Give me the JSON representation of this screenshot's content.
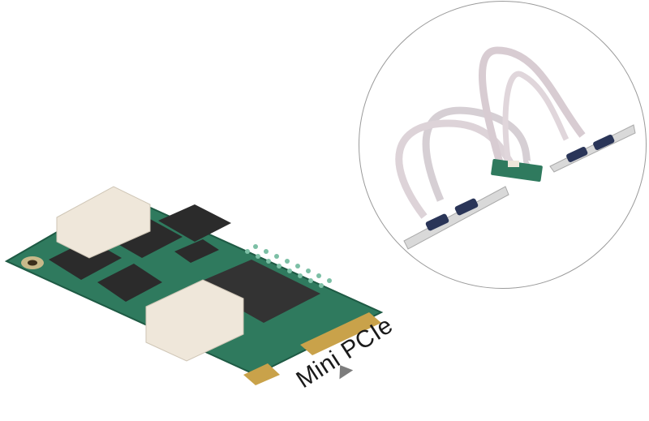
{
  "image": {
    "description": "Product photo of a Mini PCIe serial expansion card with inset showing card connected via ribbon cables to two DB9 slot brackets",
    "background": "#ffffff",
    "main_subject": {
      "name": "mini-pcie-card",
      "pcb_color": "#2f7a5e",
      "connector_color": "#efe7da",
      "chip_color": "#2b2b2b",
      "gold_finger_color": "#c9a24a"
    },
    "inset": {
      "shape": "circle",
      "border_color": "#9a9a9a",
      "contents": [
        "mini-pcie-card",
        "ribbon-cables",
        "db9-bracket-left",
        "db9-bracket-right"
      ]
    },
    "caption": {
      "text": "Mini PCIe",
      "color": "#1a1a1a",
      "arrow_color": "#7c7c7c"
    }
  }
}
